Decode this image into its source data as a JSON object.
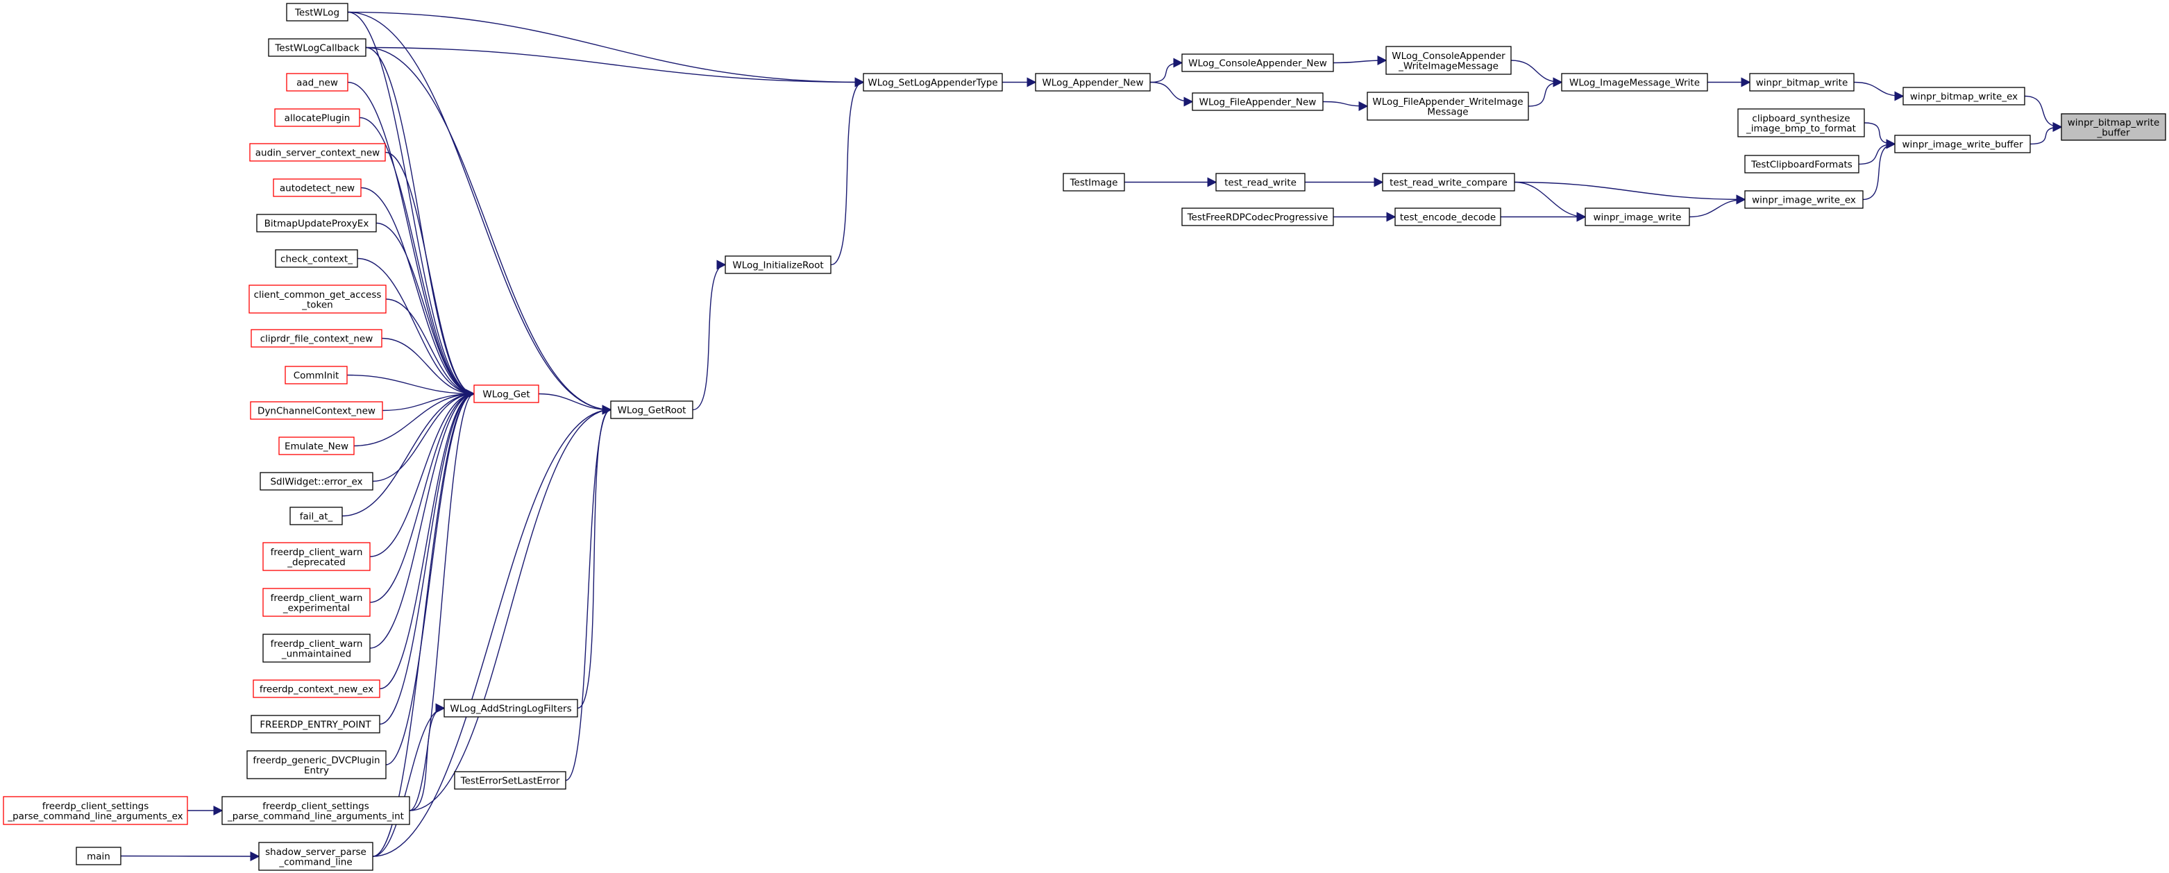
{
  "graph": {
    "colors": {
      "edge": "#191970",
      "box_border": "#000000",
      "box_border_incomplete": "#ff0000",
      "root_fill": "#bfbfbf",
      "box_fill": "#ffffff"
    },
    "nodes": [
      {
        "id": "root",
        "lines": [
          "winpr_bitmap_write",
          "_buffer"
        ],
        "style": "root"
      },
      {
        "id": "bmp_ex",
        "lines": [
          "winpr_bitmap_write_ex"
        ],
        "style": "normal"
      },
      {
        "id": "img_buf",
        "lines": [
          "winpr_image_write_buffer"
        ],
        "style": "normal"
      },
      {
        "id": "bmp_write",
        "lines": [
          "winpr_bitmap_write"
        ],
        "style": "normal"
      },
      {
        "id": "clip_synth",
        "lines": [
          "clipboard_synthesize",
          "_image_bmp_to_format"
        ],
        "style": "normal"
      },
      {
        "id": "test_clip",
        "lines": [
          "TestClipboardFormats"
        ],
        "style": "normal"
      },
      {
        "id": "img_ex",
        "lines": [
          "winpr_image_write_ex"
        ],
        "style": "normal"
      },
      {
        "id": "img_msg",
        "lines": [
          "WLog_ImageMessage_Write"
        ],
        "style": "normal"
      },
      {
        "id": "con_img",
        "lines": [
          "WLog_ConsoleAppender",
          "_WriteImageMessage"
        ],
        "style": "normal"
      },
      {
        "id": "file_img",
        "lines": [
          "WLog_FileAppender_WriteImage",
          "Message"
        ],
        "style": "normal"
      },
      {
        "id": "con_new",
        "lines": [
          "WLog_ConsoleAppender_New"
        ],
        "style": "normal"
      },
      {
        "id": "file_new",
        "lines": [
          "WLog_FileAppender_New"
        ],
        "style": "normal"
      },
      {
        "id": "app_new",
        "lines": [
          "WLog_Appender_New"
        ],
        "style": "normal"
      },
      {
        "id": "set_app",
        "lines": [
          "WLog_SetLogAppenderType"
        ],
        "style": "normal"
      },
      {
        "id": "init_root",
        "lines": [
          "WLog_InitializeRoot"
        ],
        "style": "normal"
      },
      {
        "id": "get_root",
        "lines": [
          "WLog_GetRoot"
        ],
        "style": "normal"
      },
      {
        "id": "wlog_get",
        "lines": [
          "WLog_Get"
        ],
        "style": "incomplete"
      },
      {
        "id": "add_filters",
        "lines": [
          "WLog_AddStringLogFilters"
        ],
        "style": "normal"
      },
      {
        "id": "test_err",
        "lines": [
          "TestErrorSetLastError"
        ],
        "style": "normal"
      },
      {
        "id": "test_wlog",
        "lines": [
          "TestWLog"
        ],
        "style": "normal"
      },
      {
        "id": "test_wlog_cb",
        "lines": [
          "TestWLogCallback"
        ],
        "style": "normal"
      },
      {
        "id": "aad_new",
        "lines": [
          "aad_new"
        ],
        "style": "incomplete"
      },
      {
        "id": "alloc_plugin",
        "lines": [
          "allocatePlugin"
        ],
        "style": "incomplete"
      },
      {
        "id": "audin",
        "lines": [
          "audin_server_context_new"
        ],
        "style": "incomplete"
      },
      {
        "id": "autodetect",
        "lines": [
          "autodetect_new"
        ],
        "style": "incomplete"
      },
      {
        "id": "bitmap_upd",
        "lines": [
          "BitmapUpdateProxyEx"
        ],
        "style": "normal"
      },
      {
        "id": "check_ctx",
        "lines": [
          "check_context_"
        ],
        "style": "normal"
      },
      {
        "id": "client_common",
        "lines": [
          "client_common_get_access",
          "_token"
        ],
        "style": "incomplete"
      },
      {
        "id": "cliprdr",
        "lines": [
          "cliprdr_file_context_new"
        ],
        "style": "incomplete"
      },
      {
        "id": "comm_init",
        "lines": [
          "CommInit"
        ],
        "style": "incomplete"
      },
      {
        "id": "dyn_chan",
        "lines": [
          "DynChannelContext_new"
        ],
        "style": "incomplete"
      },
      {
        "id": "emulate",
        "lines": [
          "Emulate_New"
        ],
        "style": "incomplete"
      },
      {
        "id": "sdl_err",
        "lines": [
          "SdlWidget::error_ex"
        ],
        "style": "normal"
      },
      {
        "id": "fail_at",
        "lines": [
          "fail_at_"
        ],
        "style": "normal"
      },
      {
        "id": "warn_dep",
        "lines": [
          "freerdp_client_warn",
          "_deprecated"
        ],
        "style": "incomplete"
      },
      {
        "id": "warn_exp",
        "lines": [
          "freerdp_client_warn",
          "_experimental"
        ],
        "style": "incomplete"
      },
      {
        "id": "warn_unm",
        "lines": [
          "freerdp_client_warn",
          "_unmaintained"
        ],
        "style": "normal"
      },
      {
        "id": "ctx_new_ex",
        "lines": [
          "freerdp_context_new_ex"
        ],
        "style": "incomplete"
      },
      {
        "id": "entry_point",
        "lines": [
          "FREERDP_ENTRY_POINT"
        ],
        "style": "normal"
      },
      {
        "id": "dvc_entry",
        "lines": [
          "freerdp_generic_DVCPlugin",
          "Entry"
        ],
        "style": "normal"
      },
      {
        "id": "parse_int",
        "lines": [
          "freerdp_client_settings",
          "_parse_command_line_arguments_int"
        ],
        "style": "normal"
      },
      {
        "id": "parse_ex",
        "lines": [
          "freerdp_client_settings",
          "_parse_command_line_arguments_ex"
        ],
        "style": "incomplete"
      },
      {
        "id": "shadow_parse",
        "lines": [
          "shadow_server_parse",
          "_command_line"
        ],
        "style": "normal"
      },
      {
        "id": "main",
        "lines": [
          "main"
        ],
        "style": "normal"
      },
      {
        "id": "test_image",
        "lines": [
          "TestImage"
        ],
        "style": "normal"
      },
      {
        "id": "test_rw",
        "lines": [
          "test_read_write"
        ],
        "style": "normal"
      },
      {
        "id": "test_rwc",
        "lines": [
          "test_read_write_compare"
        ],
        "style": "normal"
      },
      {
        "id": "test_rdp_prog",
        "lines": [
          "TestFreeRDPCodecProgressive"
        ],
        "style": "normal"
      },
      {
        "id": "test_enc",
        "lines": [
          "test_encode_decode"
        ],
        "style": "normal"
      },
      {
        "id": "img_write",
        "lines": [
          "winpr_image_write"
        ],
        "style": "normal"
      }
    ],
    "edges": [
      {
        "from": "bmp_ex",
        "to": "root"
      },
      {
        "from": "img_buf",
        "to": "root"
      },
      {
        "from": "bmp_write",
        "to": "bmp_ex"
      },
      {
        "from": "clip_synth",
        "to": "img_buf"
      },
      {
        "from": "test_clip",
        "to": "img_buf"
      },
      {
        "from": "img_ex",
        "to": "img_buf"
      },
      {
        "from": "img_msg",
        "to": "bmp_write"
      },
      {
        "from": "con_img",
        "to": "img_msg"
      },
      {
        "from": "file_img",
        "to": "img_msg"
      },
      {
        "from": "con_new",
        "to": "con_img"
      },
      {
        "from": "file_new",
        "to": "file_img"
      },
      {
        "from": "app_new",
        "to": "con_new"
      },
      {
        "from": "app_new",
        "to": "file_new"
      },
      {
        "from": "set_app",
        "to": "app_new"
      },
      {
        "from": "init_root",
        "to": "set_app"
      },
      {
        "from": "get_root",
        "to": "init_root"
      },
      {
        "from": "test_wlog",
        "to": "set_app"
      },
      {
        "from": "test_wlog_cb",
        "to": "set_app"
      },
      {
        "from": "wlog_get",
        "to": "get_root"
      },
      {
        "from": "test_wlog",
        "to": "get_root"
      },
      {
        "from": "test_wlog_cb",
        "to": "get_root"
      },
      {
        "from": "add_filters",
        "to": "get_root"
      },
      {
        "from": "test_err",
        "to": "get_root"
      },
      {
        "from": "parse_int",
        "to": "get_root"
      },
      {
        "from": "shadow_parse",
        "to": "get_root"
      },
      {
        "from": "test_wlog",
        "to": "wlog_get"
      },
      {
        "from": "test_wlog_cb",
        "to": "wlog_get"
      },
      {
        "from": "aad_new",
        "to": "wlog_get"
      },
      {
        "from": "alloc_plugin",
        "to": "wlog_get"
      },
      {
        "from": "audin",
        "to": "wlog_get"
      },
      {
        "from": "autodetect",
        "to": "wlog_get"
      },
      {
        "from": "bitmap_upd",
        "to": "wlog_get"
      },
      {
        "from": "check_ctx",
        "to": "wlog_get"
      },
      {
        "from": "client_common",
        "to": "wlog_get"
      },
      {
        "from": "cliprdr",
        "to": "wlog_get"
      },
      {
        "from": "comm_init",
        "to": "wlog_get"
      },
      {
        "from": "dyn_chan",
        "to": "wlog_get"
      },
      {
        "from": "emulate",
        "to": "wlog_get"
      },
      {
        "from": "sdl_err",
        "to": "wlog_get"
      },
      {
        "from": "fail_at",
        "to": "wlog_get"
      },
      {
        "from": "warn_dep",
        "to": "wlog_get"
      },
      {
        "from": "warn_exp",
        "to": "wlog_get"
      },
      {
        "from": "warn_unm",
        "to": "wlog_get"
      },
      {
        "from": "ctx_new_ex",
        "to": "wlog_get"
      },
      {
        "from": "entry_point",
        "to": "wlog_get"
      },
      {
        "from": "dvc_entry",
        "to": "wlog_get"
      },
      {
        "from": "parse_int",
        "to": "wlog_get"
      },
      {
        "from": "shadow_parse",
        "to": "wlog_get"
      },
      {
        "from": "parse_int",
        "to": "add_filters"
      },
      {
        "from": "shadow_parse",
        "to": "add_filters"
      },
      {
        "from": "parse_ex",
        "to": "parse_int"
      },
      {
        "from": "main",
        "to": "shadow_parse"
      },
      {
        "from": "test_image",
        "to": "test_rw"
      },
      {
        "from": "test_rw",
        "to": "test_rwc"
      },
      {
        "from": "test_rwc",
        "to": "img_ex"
      },
      {
        "from": "test_rwc",
        "to": "img_write"
      },
      {
        "from": "test_rdp_prog",
        "to": "test_enc"
      },
      {
        "from": "test_enc",
        "to": "img_write"
      },
      {
        "from": "img_write",
        "to": "img_ex"
      }
    ]
  }
}
